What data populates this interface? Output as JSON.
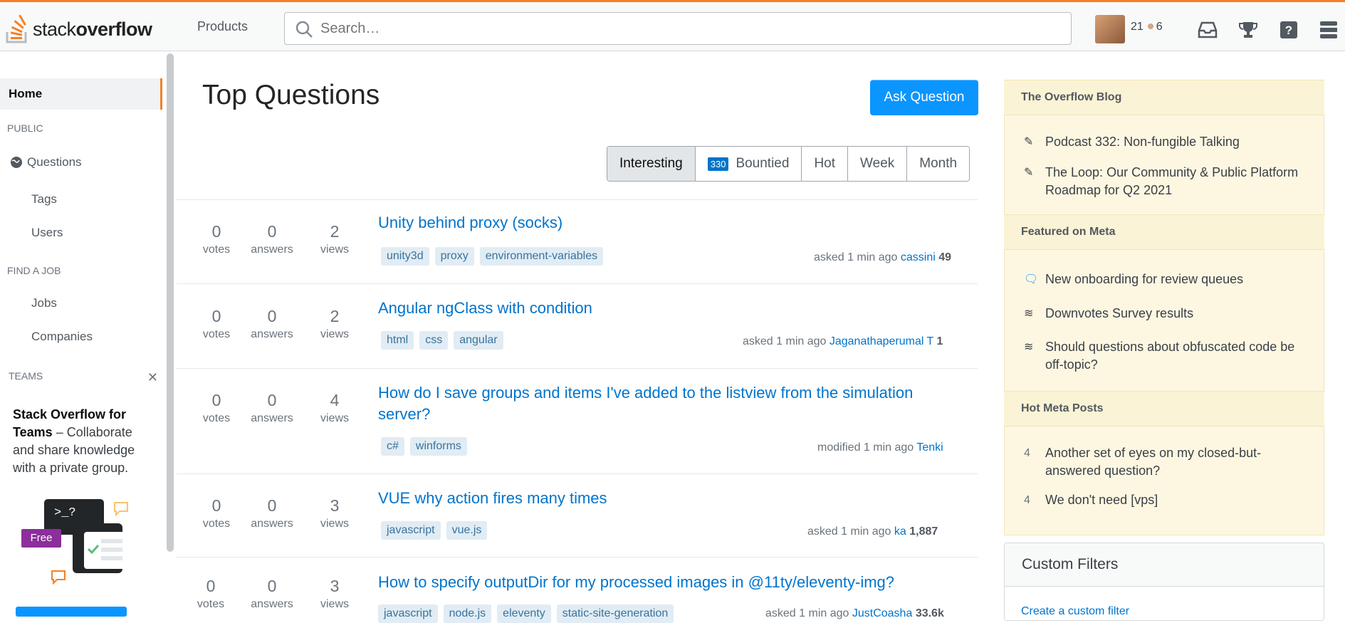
{
  "header": {
    "logo_prefix": "stack",
    "logo_suffix": "overflow",
    "products_label": "Products",
    "search_placeholder": "Search…",
    "reputation": "21",
    "badge_count": "6"
  },
  "leftnav": {
    "home": "Home",
    "section_public": "PUBLIC",
    "questions": "Questions",
    "tags": "Tags",
    "users": "Users",
    "section_find": "FIND A JOB",
    "jobs": "Jobs",
    "companies": "Companies",
    "teams_label": "TEAMS",
    "teams_close": "✕",
    "teams_title": "Stack Overflow for Teams",
    "teams_desc": " – Collaborate and share knowledge with a private group.",
    "free_label": "Free",
    "prompt_text": ">_?"
  },
  "main": {
    "title": "Top Questions",
    "ask_button": "Ask Question",
    "filters": {
      "interesting": "Interesting",
      "bountied_count": "330",
      "bountied": "Bountied",
      "hot": "Hot",
      "week": "Week",
      "month": "Month"
    },
    "questions": [
      {
        "votes": "0",
        "answers": "0",
        "views": "2",
        "votes_label": "votes",
        "answers_label": "answers",
        "views_label": "views",
        "title": "Unity behind proxy (socks)",
        "tags": [
          "unity3d",
          "proxy",
          "environment-variables"
        ],
        "action": "asked 1 min ago",
        "user": "cassini",
        "rep": "49"
      },
      {
        "votes": "0",
        "answers": "0",
        "views": "2",
        "votes_label": "votes",
        "answers_label": "answers",
        "views_label": "views",
        "title": "Angular ngClass with condition",
        "tags": [
          "html",
          "css",
          "angular"
        ],
        "action": "asked 1 min ago",
        "user": "Jaganathaperumal T",
        "rep": "1"
      },
      {
        "votes": "0",
        "answers": "0",
        "views": "4",
        "votes_label": "votes",
        "answers_label": "answers",
        "views_label": "views",
        "title": "How do I save groups and items I've added to the listview from the simulation server?",
        "tags": [
          "c#",
          "winforms"
        ],
        "action": "modified 1 min ago",
        "user": "Tenki",
        "rep": ""
      },
      {
        "votes": "0",
        "answers": "0",
        "views": "3",
        "votes_label": "votes",
        "answers_label": "answers",
        "views_label": "views",
        "title": "VUE why action fires many times",
        "tags": [
          "javascript",
          "vue.js"
        ],
        "action": "asked 1 min ago",
        "user": "ka",
        "rep": "1,887"
      },
      {
        "votes": "0",
        "answers": "0",
        "views": "3",
        "votes_label": "votes",
        "answers_label": "answers",
        "views_label": "views",
        "title": "How to specify outputDir for my processed images in @11ty/eleventy-img?",
        "tags": [
          "javascript",
          "node.js",
          "eleventy",
          "static-site-generation"
        ],
        "action": "asked 1 min ago",
        "user": "JustCoasha",
        "rep": "33.6k"
      }
    ]
  },
  "sidebar": {
    "blog_header": "The Overflow Blog",
    "blog_items": [
      "Podcast 332: Non-fungible Talking",
      "The Loop: Our Community & Public Platform Roadmap for Q2 2021"
    ],
    "featured_header": "Featured on Meta",
    "featured_items": [
      "New onboarding for review queues",
      "Downvotes Survey results",
      "Should questions about obfuscated code be off-topic?"
    ],
    "hot_header": "Hot Meta Posts",
    "hot_items": [
      {
        "count": "4",
        "title": "Another set of eyes on my closed-but-answered question?"
      },
      {
        "count": "4",
        "title": "We don't need [vps]"
      }
    ],
    "custom_filters_header": "Custom Filters",
    "custom_filters_link": "Create a custom filter"
  }
}
